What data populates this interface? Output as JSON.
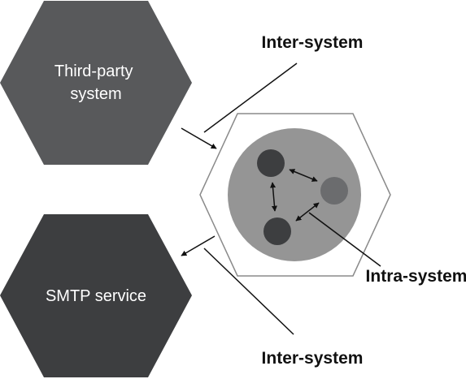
{
  "nodes": {
    "third_party": {
      "line1": "Third-party",
      "line2": "system"
    },
    "smtp": {
      "label": "SMTP service"
    }
  },
  "callouts": {
    "inter_top": "Inter-system",
    "intra": "Intra-system",
    "inter_bottom": "Inter-system"
  },
  "colors": {
    "third_party_fill": "#58595b",
    "smtp_fill": "#3d3e40",
    "system_outline": "#8a8a8a",
    "system_circle": "#959595",
    "component_dark": "#3d3e40",
    "component_light": "#6b6c6e",
    "line": "#111111"
  }
}
